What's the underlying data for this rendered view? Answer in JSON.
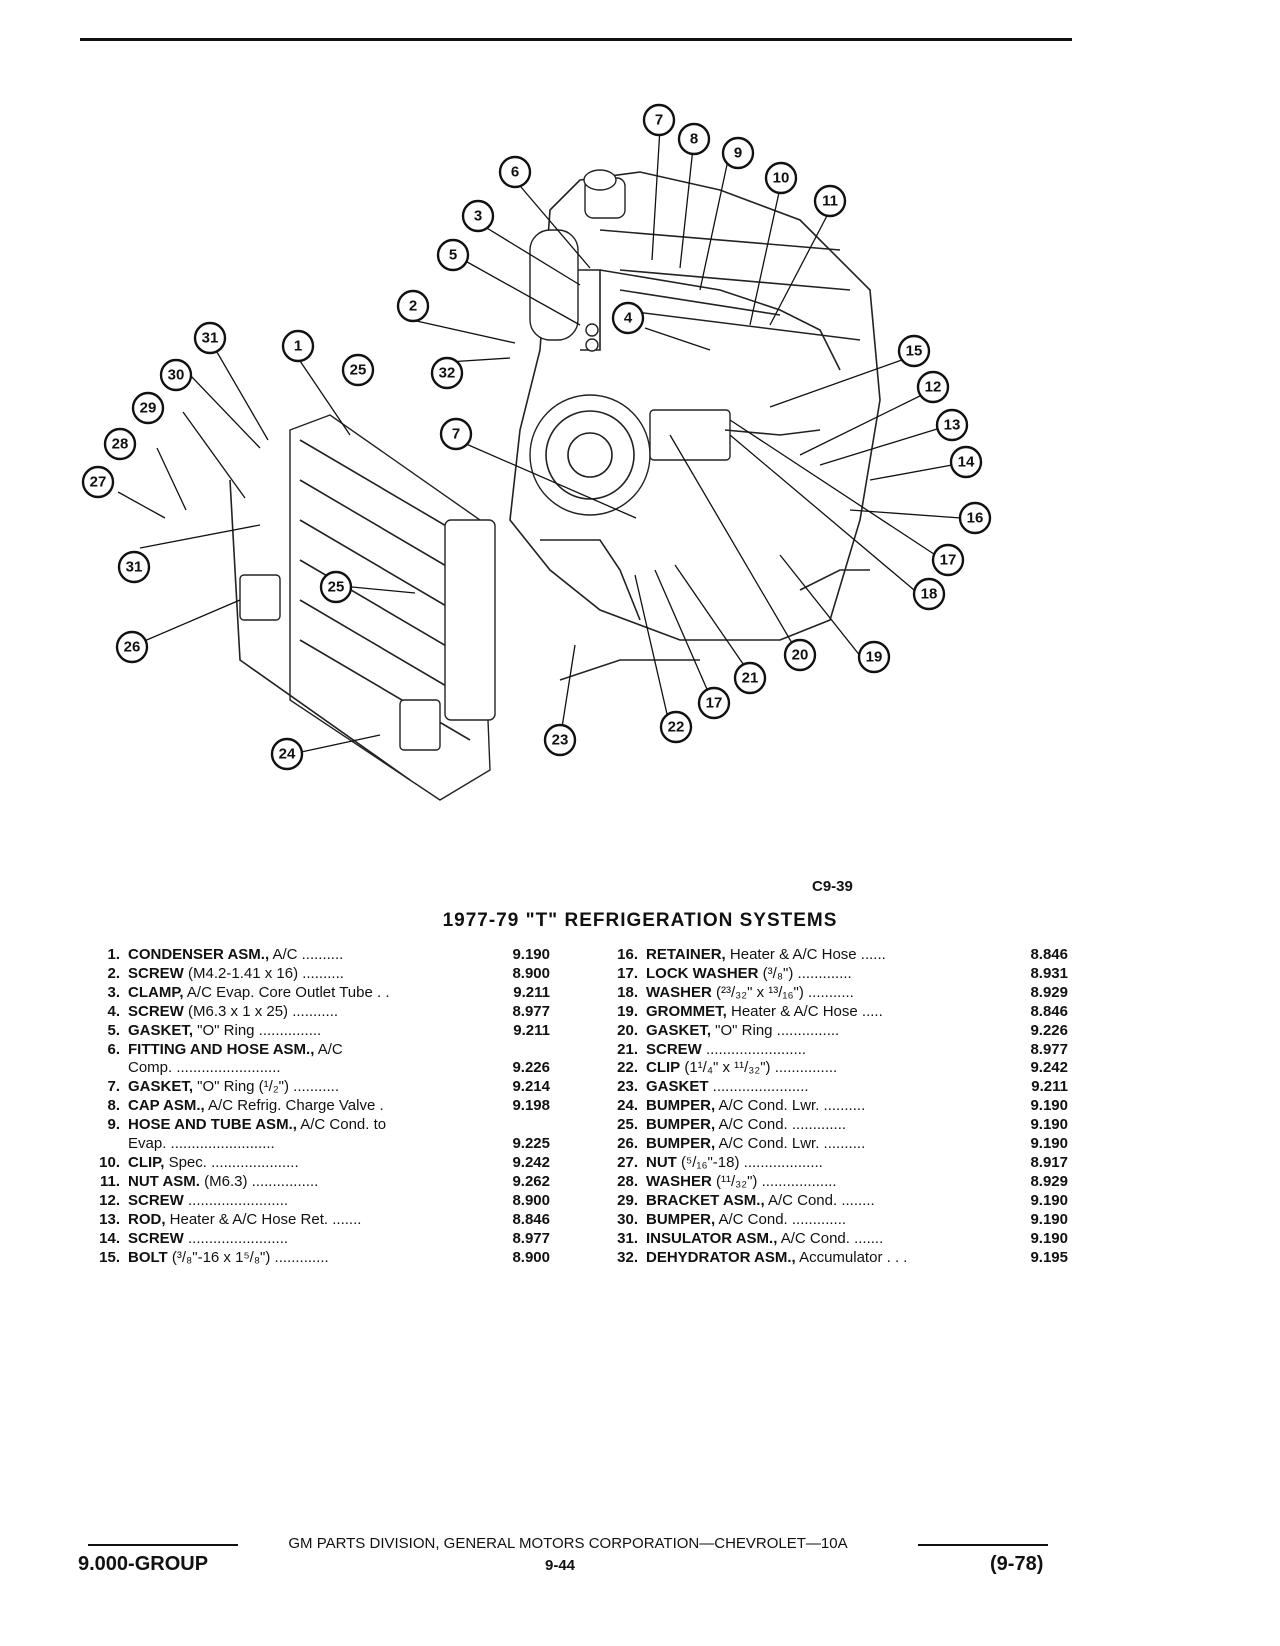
{
  "figure_label": "C9-39",
  "title": "1977-79 \"T\" REFRIGERATION SYSTEMS",
  "callouts": [
    "1",
    "2",
    "3",
    "4",
    "5",
    "6",
    "7",
    "8",
    "9",
    "10",
    "11",
    "12",
    "13",
    "14",
    "15",
    "16",
    "17",
    "18",
    "19",
    "20",
    "21",
    "22",
    "23",
    "24",
    "25",
    "26",
    "27",
    "28",
    "29",
    "30",
    "31",
    "32"
  ],
  "parts_left": [
    {
      "num": "1.",
      "name": "CONDENSER ASM.,",
      "detail": " A/C ..........",
      "code": "9.190"
    },
    {
      "num": "2.",
      "name": "SCREW",
      "detail": " (M4.2-1.41 x 16) ..........",
      "code": "8.900"
    },
    {
      "num": "3.",
      "name": "CLAMP,",
      "detail": " A/C Evap. Core Outlet Tube . .",
      "code": "9.211"
    },
    {
      "num": "4.",
      "name": "SCREW",
      "detail": " (M6.3 x 1 x 25) ...........",
      "code": "8.977"
    },
    {
      "num": "5.",
      "name": "GASKET,",
      "detail": " \"O\" Ring ...............",
      "code": "9.211"
    },
    {
      "num": "6.",
      "name": "FITTING AND HOSE ASM.,",
      "detail": " A/C",
      "code": ""
    },
    {
      "num": "",
      "name": "",
      "detail": "Comp. .........................",
      "code": "9.226"
    },
    {
      "num": "7.",
      "name": "GASKET,",
      "detail": " \"O\" Ring (¹/₂\") ...........",
      "code": "9.214"
    },
    {
      "num": "8.",
      "name": "CAP ASM.,",
      "detail": " A/C Refrig. Charge Valve .",
      "code": "9.198"
    },
    {
      "num": "9.",
      "name": "HOSE AND TUBE ASM.,",
      "detail": " A/C Cond. to",
      "code": ""
    },
    {
      "num": "",
      "name": "",
      "detail": "Evap. .........................",
      "code": "9.225"
    },
    {
      "num": "10.",
      "name": "CLIP,",
      "detail": " Spec. .....................",
      "code": "9.242"
    },
    {
      "num": "11.",
      "name": "NUT ASM.",
      "detail": " (M6.3) ................",
      "code": "9.262"
    },
    {
      "num": "12.",
      "name": "SCREW",
      "detail": " ........................",
      "code": "8.900"
    },
    {
      "num": "13.",
      "name": "ROD,",
      "detail": " Heater & A/C Hose Ret. .......",
      "code": "8.846"
    },
    {
      "num": "14.",
      "name": "SCREW",
      "detail": " ........................",
      "code": "8.977"
    },
    {
      "num": "15.",
      "name": "BOLT",
      "detail": " (³/₈\"-16 x 1⁵/₈\") .............",
      "code": "8.900"
    }
  ],
  "parts_right": [
    {
      "num": "16.",
      "name": "RETAINER,",
      "detail": " Heater & A/C Hose ......",
      "code": "8.846"
    },
    {
      "num": "17.",
      "name": "LOCK WASHER",
      "detail": " (³/₈\") .............",
      "code": "8.931"
    },
    {
      "num": "18.",
      "name": "WASHER",
      "detail": " (²³/₃₂\" x ¹³/₁₆\") ...........",
      "code": "8.929"
    },
    {
      "num": "19.",
      "name": "GROMMET,",
      "detail": " Heater & A/C Hose .....",
      "code": "8.846"
    },
    {
      "num": "20.",
      "name": "GASKET,",
      "detail": " \"O\" Ring ...............",
      "code": "9.226"
    },
    {
      "num": "21.",
      "name": "SCREW",
      "detail": " ........................",
      "code": "8.977"
    },
    {
      "num": "22.",
      "name": "CLIP",
      "detail": " (1¹/₄\" x ¹¹/₃₂\") ...............",
      "code": "9.242"
    },
    {
      "num": "23.",
      "name": "GASKET",
      "detail": " .......................",
      "code": "9.211"
    },
    {
      "num": "24.",
      "name": "BUMPER,",
      "detail": " A/C Cond. Lwr. ..........",
      "code": "9.190"
    },
    {
      "num": "25.",
      "name": "BUMPER,",
      "detail": " A/C Cond. .............",
      "code": "9.190"
    },
    {
      "num": "26.",
      "name": "BUMPER,",
      "detail": " A/C Cond. Lwr. ..........",
      "code": "9.190"
    },
    {
      "num": "27.",
      "name": "NUT",
      "detail": " (⁵/₁₆\"-18) ...................",
      "code": "8.917"
    },
    {
      "num": "28.",
      "name": "WASHER",
      "detail": " (¹¹/₃₂\") ..................",
      "code": "8.929"
    },
    {
      "num": "29.",
      "name": "BRACKET ASM.,",
      "detail": " A/C Cond. ........",
      "code": "9.190"
    },
    {
      "num": "30.",
      "name": "BUMPER,",
      "detail": " A/C Cond. .............",
      "code": "9.190"
    },
    {
      "num": "31.",
      "name": "INSULATOR ASM.,",
      "detail": " A/C Cond. .......",
      "code": "9.190"
    },
    {
      "num": "32.",
      "name": "DEHYDRATOR ASM.,",
      "detail": " Accumulator . . .",
      "code": "9.195"
    }
  ],
  "footer": {
    "publisher": "GM PARTS DIVISION, GENERAL MOTORS CORPORATION—CHEVROLET—10A",
    "group": "9.000-GROUP",
    "page": "9-44",
    "date": "(9-78)"
  }
}
